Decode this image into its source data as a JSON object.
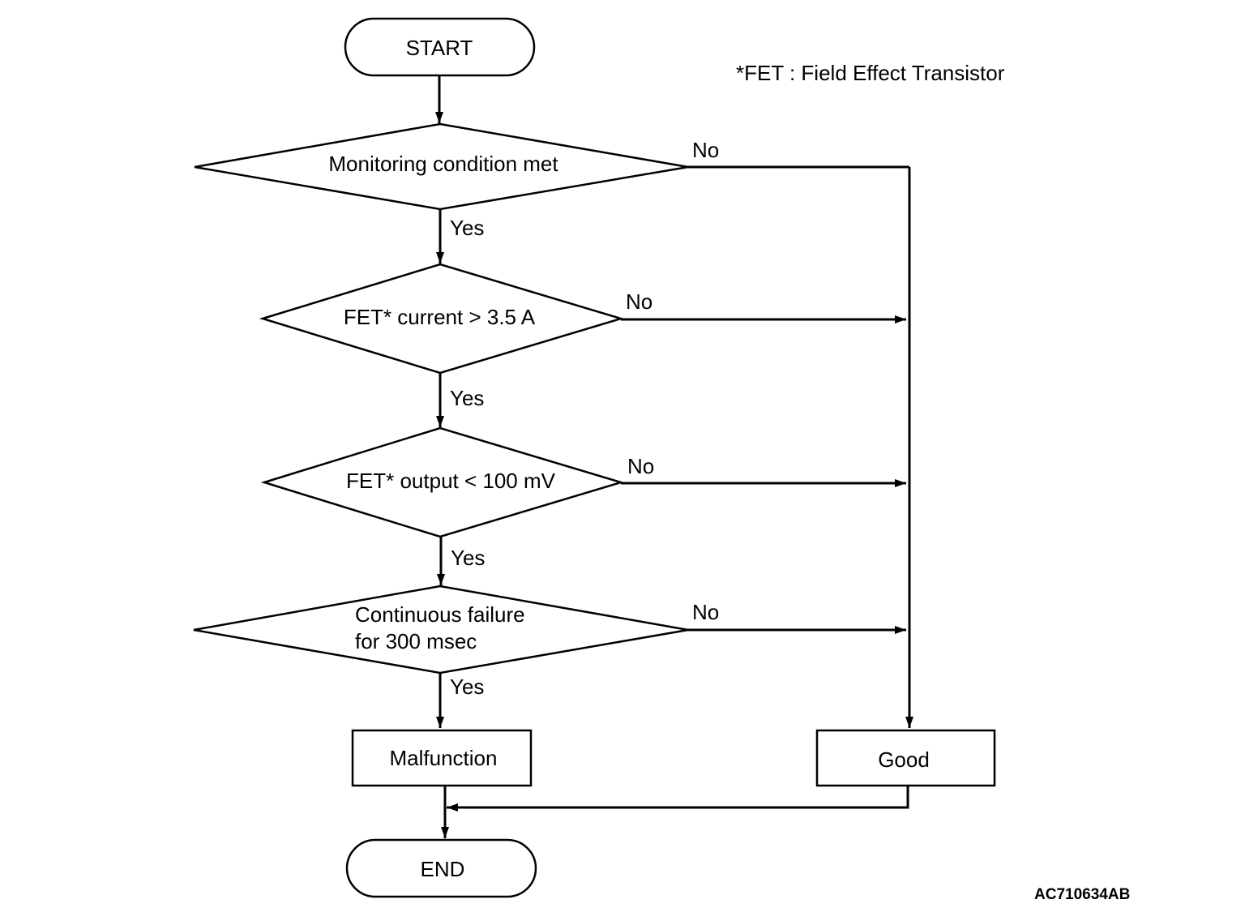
{
  "footnote": "*FET : Field Effect Transistor",
  "figure_code": "AC710634AB",
  "terminals": {
    "start": "START",
    "end": "END"
  },
  "decisions": [
    {
      "lines": [
        "Monitoring condition met"
      ],
      "yes": "Yes",
      "no": "No"
    },
    {
      "lines": [
        "FET* current > 3.5 A"
      ],
      "yes": "Yes",
      "no": "No"
    },
    {
      "lines": [
        "FET* output < 100 mV"
      ],
      "yes": "Yes",
      "no": "No"
    },
    {
      "lines": [
        "Continuous failure",
        "for 300 msec"
      ],
      "yes": "Yes",
      "no": "No"
    }
  ],
  "outcomes": {
    "malfunction": "Malfunction",
    "good": "Good"
  }
}
